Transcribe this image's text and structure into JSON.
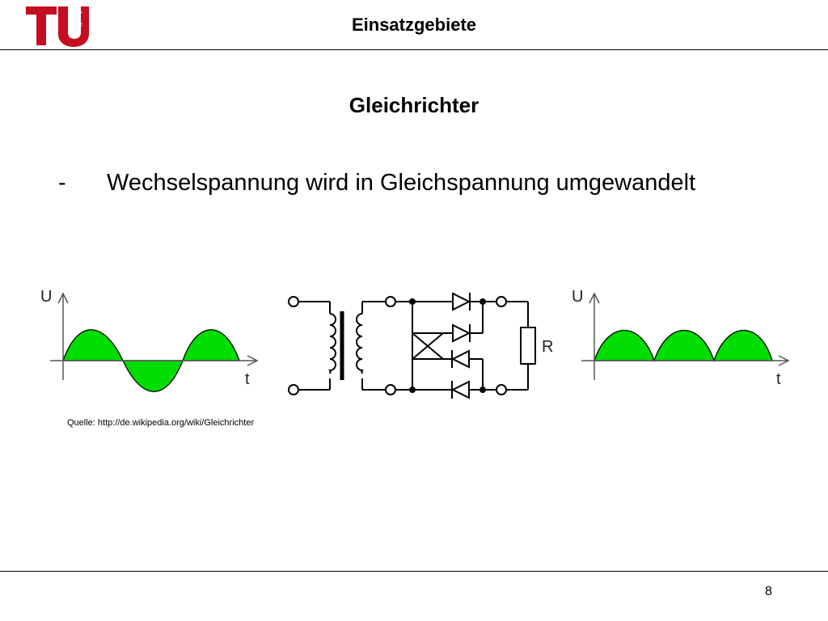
{
  "header": {
    "title": "Einsatzgebiete",
    "logo": {
      "icon": "tu-berlin-logo",
      "text": "berlin",
      "color": "#c50e1f"
    }
  },
  "slide": {
    "title": "Gleichrichter",
    "bullets": [
      {
        "marker": "-",
        "text": "Wechselspannung wird in Gleichspannung umgewandelt"
      }
    ]
  },
  "figure": {
    "left_plot": {
      "y_label": "U",
      "x_label": "t",
      "fill_color": "#00dd00"
    },
    "circuit": {
      "resistor_label": "R"
    },
    "right_plot": {
      "y_label": "U",
      "x_label": "t",
      "fill_color": "#00dd00"
    }
  },
  "caption": "Quelle: http://de.wikipedia.org/wiki/Gleichrichter",
  "footer": {
    "page_number": "8"
  }
}
